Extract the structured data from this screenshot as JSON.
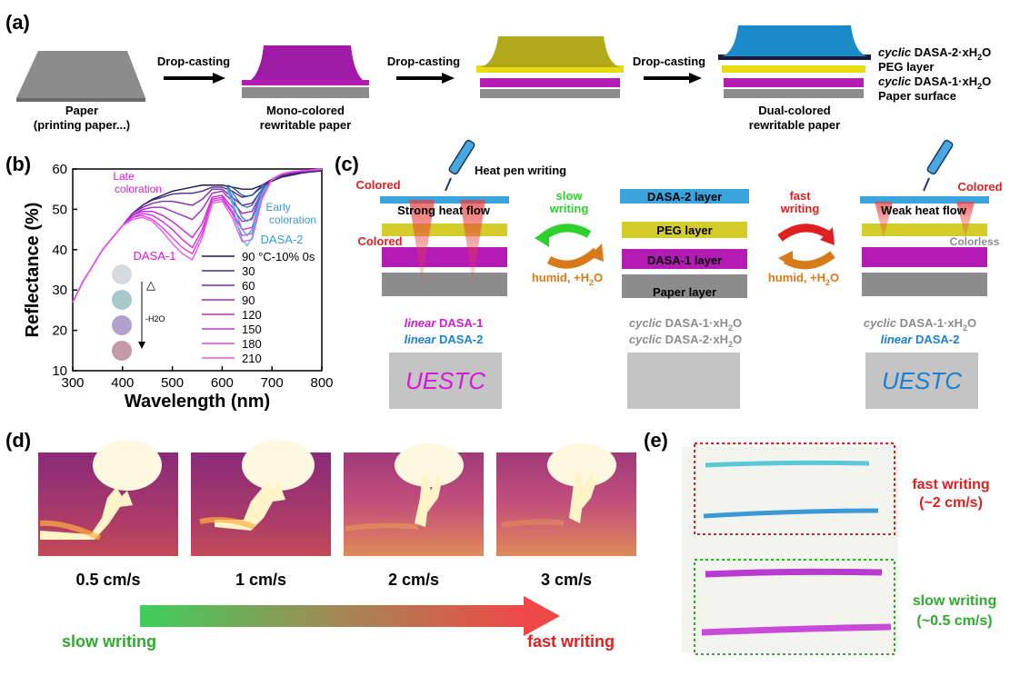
{
  "panel_labels": {
    "a": "(a)",
    "b": "(b)",
    "c": "(c)",
    "d": "(d)",
    "e": "(e)"
  },
  "panel_a": {
    "step_label": "Drop-casting",
    "paper_label_1": "Paper",
    "paper_label_2": "(printing paper...)",
    "mono_label_1": "Mono-colored",
    "mono_label_2": "rewritable paper",
    "dual_label_1": "Dual-colored",
    "dual_label_2": "rewritable paper",
    "layer_legend": [
      {
        "italic": "cyclic",
        "text": " DASA-2·xH",
        "sub": "2",
        "tail": "O"
      },
      {
        "italic": "",
        "text": "PEG layer",
        "sub": "",
        "tail": ""
      },
      {
        "italic": "cyclic",
        "text": " DASA-1·xH",
        "sub": "2",
        "tail": "O"
      },
      {
        "italic": "",
        "text": "Paper surface",
        "sub": "",
        "tail": ""
      }
    ]
  },
  "chart_data": {
    "type": "line",
    "xlabel": "Wavelength (nm)",
    "ylabel": "Reflectance (%)",
    "xlim": [
      300,
      800
    ],
    "ylim": [
      10,
      60
    ],
    "xticks": [
      300,
      400,
      500,
      600,
      700,
      800
    ],
    "yticks": [
      10,
      20,
      30,
      40,
      50,
      60
    ],
    "x": [
      300,
      320,
      340,
      360,
      380,
      400,
      420,
      440,
      460,
      480,
      500,
      520,
      540,
      560,
      580,
      600,
      620,
      640,
      660,
      680,
      700,
      720,
      740,
      760,
      780,
      800
    ],
    "series": [
      {
        "name": "90 °C-10% 0s",
        "color": "#1a1a4a",
        "values": [
          27,
          32,
          36,
          40,
          43,
          46,
          49,
          51,
          52.5,
          53.5,
          54.5,
          55,
          55.5,
          56,
          56,
          56,
          55.5,
          55,
          55,
          56,
          57,
          58,
          58.5,
          59,
          59.3,
          59.5
        ]
      },
      {
        "name": "30",
        "color": "#4b2a8a",
        "values": [
          27,
          32,
          36,
          40,
          43,
          46,
          49,
          51,
          52.3,
          53,
          53.8,
          54,
          54,
          54.5,
          55.5,
          55.5,
          54.5,
          53,
          53.5,
          56,
          57.5,
          58.3,
          58.8,
          59.2,
          59.5,
          59.6
        ]
      },
      {
        "name": "60",
        "color": "#7a2aa8",
        "values": [
          27,
          32,
          36,
          40,
          43,
          46,
          49,
          50.5,
          51.5,
          52,
          52,
          51.5,
          51,
          52.5,
          55,
          55,
          53,
          51,
          51.5,
          55,
          57.5,
          58.5,
          59,
          59.3,
          59.6,
          59.8
        ]
      },
      {
        "name": "90",
        "color": "#a12ac0",
        "values": [
          27,
          32,
          36,
          40,
          43,
          46,
          48.5,
          50,
          50.5,
          50.5,
          49.5,
          48.5,
          47.5,
          50,
          54,
          54.5,
          52,
          49,
          49.5,
          54.5,
          57.5,
          58.7,
          59.2,
          59.4,
          59.6,
          59.8
        ]
      },
      {
        "name": "120",
        "color": "#c12ad0",
        "values": [
          27,
          32,
          36,
          40,
          43,
          46,
          48.5,
          49.5,
          49.5,
          48.5,
          47,
          45,
          43,
          46.5,
          53,
          53.5,
          50.5,
          47,
          47.5,
          54,
          57.5,
          58.8,
          59.3,
          59.5,
          59.7,
          59.9
        ]
      },
      {
        "name": "150",
        "color": "#d42ee0",
        "values": [
          27,
          32,
          36,
          40,
          43,
          46,
          48,
          49,
          48.5,
          47,
          45,
          42.5,
          40.5,
          45,
          52.5,
          53,
          49.5,
          45,
          45.5,
          53.5,
          57.5,
          58.8,
          59.3,
          59.5,
          59.7,
          59.9
        ]
      },
      {
        "name": "180",
        "color": "#e040e8",
        "values": [
          27,
          32,
          36,
          40,
          43,
          46,
          48,
          48.5,
          47.5,
          45.5,
          43,
          40.5,
          39,
          44,
          52,
          52.5,
          49,
          43.5,
          44,
          53,
          57.5,
          58.8,
          59.3,
          59.6,
          59.8,
          60
        ]
      },
      {
        "name": "210",
        "color": "#ee55ee",
        "values": [
          27,
          32,
          36,
          40,
          43,
          46,
          47.5,
          48,
          47,
          44.5,
          41.5,
          39,
          37.5,
          43,
          51.5,
          52,
          48,
          42,
          42.5,
          52.5,
          57.5,
          58.8,
          59.3,
          59.6,
          59.8,
          60
        ]
      }
    ],
    "series_blue": [
      {
        "color": "#1f5a9a",
        "values": [
          56,
          55.5,
          54.5,
          53.5,
          53.2,
          53.5,
          54.5,
          55.5,
          56.3
        ]
      },
      {
        "color": "#2e73b5",
        "values": [
          55.7,
          54.3,
          52.5,
          51,
          50.5,
          51,
          53,
          55,
          56.2
        ]
      },
      {
        "color": "#3a88c8",
        "values": [
          55.5,
          53.3,
          50.5,
          48,
          47,
          48,
          51.5,
          54.5,
          56
        ]
      },
      {
        "color": "#4aa0d8",
        "values": [
          55.3,
          52.3,
          48.5,
          45,
          43.5,
          45,
          50,
          54,
          55.8
        ]
      },
      {
        "color": "#5ab4e6",
        "values": [
          55,
          51.3,
          46.5,
          42.5,
          41,
          43,
          49,
          53.7,
          55.7
        ]
      }
    ],
    "blue_x": [
      610,
      620,
      630,
      640,
      650,
      660,
      670,
      680,
      690
    ],
    "annotations": {
      "late": "Late",
      "late2": "coloration",
      "early": "Early",
      "early2": "coloration",
      "dasa1": "DASA-1",
      "dasa2": "DASA-2",
      "delta": "△",
      "minus_water": "-H",
      "minus_water_sub": "2",
      "minus_water_tail": "O"
    },
    "legend_entries": [
      "90 °C-10% 0s",
      "30",
      "60",
      "90",
      "120",
      "150",
      "180",
      "210"
    ]
  },
  "panel_c": {
    "colored_label": "Colored",
    "colorless_label": "Colorless",
    "heat_pen": "Heat pen writing",
    "strong_heat": "Strong heat flow",
    "weak_heat": "Weak heat flow",
    "slow_writing_1": "slow",
    "slow_writing_2": "writing",
    "fast_writing_1": "fast",
    "fast_writing_2": "writing",
    "humid_label": "humid, +H",
    "humid_sub": "2",
    "humid_tail": "O",
    "layers": {
      "dasa2": "DASA-2 layer",
      "peg": "PEG layer",
      "dasa1": "DASA-1 layer",
      "paper": "Paper layer"
    },
    "left_caption_1_italic": "linear",
    "left_caption_1": " DASA-1",
    "left_caption_2_italic": "linear",
    "left_caption_2": " DASA-2",
    "mid_caption_1_italic": "cyclic",
    "mid_caption_1": " DASA-1·xH",
    "mid_caption_2_italic": "cyclic",
    "mid_caption_2": " DASA-2·xH",
    "right_caption_1_italic": "cyclic",
    "right_caption_1": " DASA-1·xH",
    "right_caption_2_italic": "linear",
    "right_caption_2": " DASA-2",
    "uestc": "UESTC",
    "colors": {
      "dasa2": "#3aa4dc",
      "peg": "#d4cc2a",
      "dasa1": "#b41ab4",
      "paper": "#8c8c8c",
      "magenta_text": "#d61ad6",
      "blue_text": "#1a7fd6",
      "red": "#e02020",
      "green": "#2ed02e",
      "orange": "#d97a1a"
    }
  },
  "panel_d": {
    "speeds": [
      "0.5 cm/s",
      "1 cm/s",
      "2 cm/s",
      "3 cm/s"
    ],
    "slow": "slow writing",
    "fast": "fast writing"
  },
  "panel_e": {
    "fast_1": "fast writing",
    "fast_2": "(~2 cm/s)",
    "slow_1": "slow writing",
    "slow_2": "(~0.5 cm/s)"
  }
}
